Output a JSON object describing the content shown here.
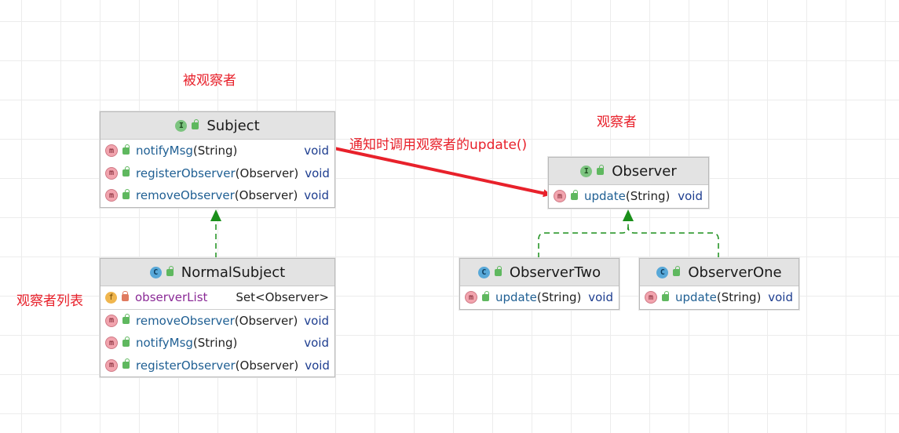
{
  "notes": {
    "observed": "被观察者",
    "observer": "观察者",
    "observer_list": "观察者列表",
    "notify_call": "通知时调用观察者的update()"
  },
  "classes": {
    "subject": {
      "name": "Subject",
      "kind": "I",
      "members": [
        {
          "kind": "m",
          "name": "notifyMsg",
          "params": "(String)",
          "ret": "void"
        },
        {
          "kind": "m",
          "name": "registerObserver",
          "params": "(Observer)",
          "ret": "void"
        },
        {
          "kind": "m",
          "name": "removeObserver",
          "params": "(Observer)",
          "ret": "void"
        }
      ]
    },
    "normal_subject": {
      "name": "NormalSubject",
      "kind": "C",
      "field": {
        "kind": "f",
        "name": "observerList",
        "type": "Set<Observer>"
      },
      "members": [
        {
          "kind": "m",
          "name": "removeObserver",
          "params": "(Observer)",
          "ret": "void"
        },
        {
          "kind": "m",
          "name": "notifyMsg",
          "params": "(String)",
          "ret": "void"
        },
        {
          "kind": "m",
          "name": "registerObserver",
          "params": "(Observer)",
          "ret": "void"
        }
      ]
    },
    "observer": {
      "name": "Observer",
      "kind": "I",
      "members": [
        {
          "kind": "m",
          "name": "update",
          "params": "(String)",
          "ret": "void"
        }
      ]
    },
    "observer_two": {
      "name": "ObserverTwo",
      "kind": "C",
      "members": [
        {
          "kind": "m",
          "name": "update",
          "params": "(String)",
          "ret": "void"
        }
      ]
    },
    "observer_one": {
      "name": "ObserverOne",
      "kind": "C",
      "members": [
        {
          "kind": "m",
          "name": "update",
          "params": "(String)",
          "ret": "void"
        }
      ]
    }
  },
  "colors": {
    "annotation_red": "#e8212b",
    "realization_green": "#1a8f1a",
    "interface_badge": "#7cc47f",
    "class_badge": "#58a8d8",
    "method_badge": "#f2a4ae",
    "field_badge": "#f0b64e"
  }
}
